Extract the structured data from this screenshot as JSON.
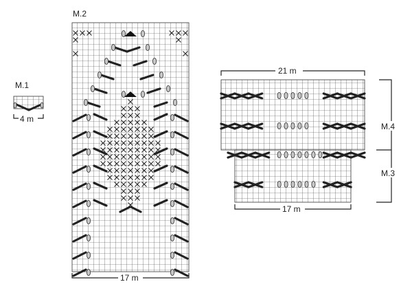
{
  "charts": {
    "m1": {
      "title": "M.1",
      "width_label": "4 m",
      "cols": 4,
      "rows": 2
    },
    "m2": {
      "title": "M.2",
      "width_label": "17 m",
      "cols": 17,
      "rows": 39
    },
    "m4_m3": {
      "top_width_label": "21 m",
      "bottom_width_label": "17 m",
      "upper_section_label": "M.4",
      "lower_section_label": "M.3",
      "upper_cols": 21,
      "upper_rows": 11,
      "lower_cols": 17,
      "lower_rows": 7
    }
  },
  "legend_symbols": {
    "empty": "knit stitch",
    "x": "cross symbol",
    "slash": "diagonal cable line",
    "oval": "oval stitch",
    "triangle": "filled triangle"
  }
}
